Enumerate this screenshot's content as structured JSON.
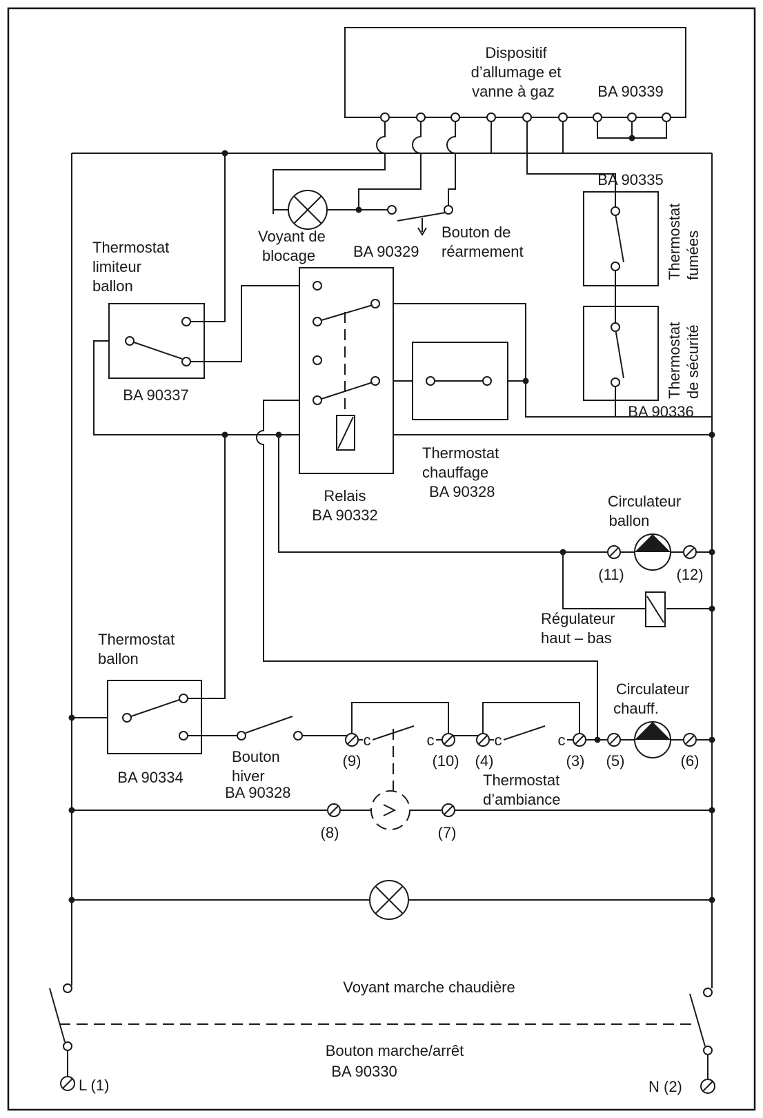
{
  "ignition": {
    "line1": "Dispositif",
    "line2": "d’allumage et",
    "line3": "vanne à gaz",
    "ref": "BA 90339"
  },
  "thermostat_fumees": {
    "ref": "BA 90335",
    "line1": "Thermostat",
    "line2": "fumées"
  },
  "thermostat_securite": {
    "ref": "BA 90336",
    "line1": "Thermostat",
    "line2": "de sécurité"
  },
  "voyant_blocage": {
    "line1": "Voyant de",
    "line2": "blocage"
  },
  "bouton_rearmement": {
    "ref": "BA 90329",
    "line1": "Bouton de",
    "line2": "réarmement"
  },
  "thermostat_limiteur": {
    "line1": "Thermostat",
    "line2": "limiteur",
    "line3": "ballon",
    "ref": "BA 90337"
  },
  "relais": {
    "label": "Relais",
    "ref": "BA 90332"
  },
  "thermostat_chauffage": {
    "line1": "Thermostat",
    "line2": "chauffage",
    "ref": "BA 90328"
  },
  "circulateur_ballon": {
    "line1": "Circulateur",
    "line2": "ballon",
    "t1": "(11)",
    "t2": "(12)"
  },
  "regulateur": {
    "line1": "Régulateur",
    "line2": "haut – bas"
  },
  "thermostat_ballon": {
    "line1": "Thermostat",
    "line2": "ballon",
    "ref": "BA 90334"
  },
  "bouton_hiver": {
    "line1": "Bouton",
    "line2": "hiver",
    "ref": "BA 90328"
  },
  "circulateur_chauff": {
    "line1": "Circulateur",
    "line2": "chauff."
  },
  "terminals": {
    "t9": "(9)",
    "t10": "(10)",
    "t4": "(4)",
    "t3": "(3)",
    "t5": "(5)",
    "t6": "(6)",
    "t8": "(8)",
    "t7": "(7)"
  },
  "contact_letter": "c",
  "thermostat_ambiance": {
    "line1": "Thermostat",
    "line2": "d’ambiance"
  },
  "voyant_marche": {
    "label": "Voyant marche chaudière"
  },
  "bouton_marche": {
    "line1": "Bouton marche/arrêt",
    "ref": "BA 90330"
  },
  "supply": {
    "live": "L (1)",
    "neutral": "N (2)"
  }
}
